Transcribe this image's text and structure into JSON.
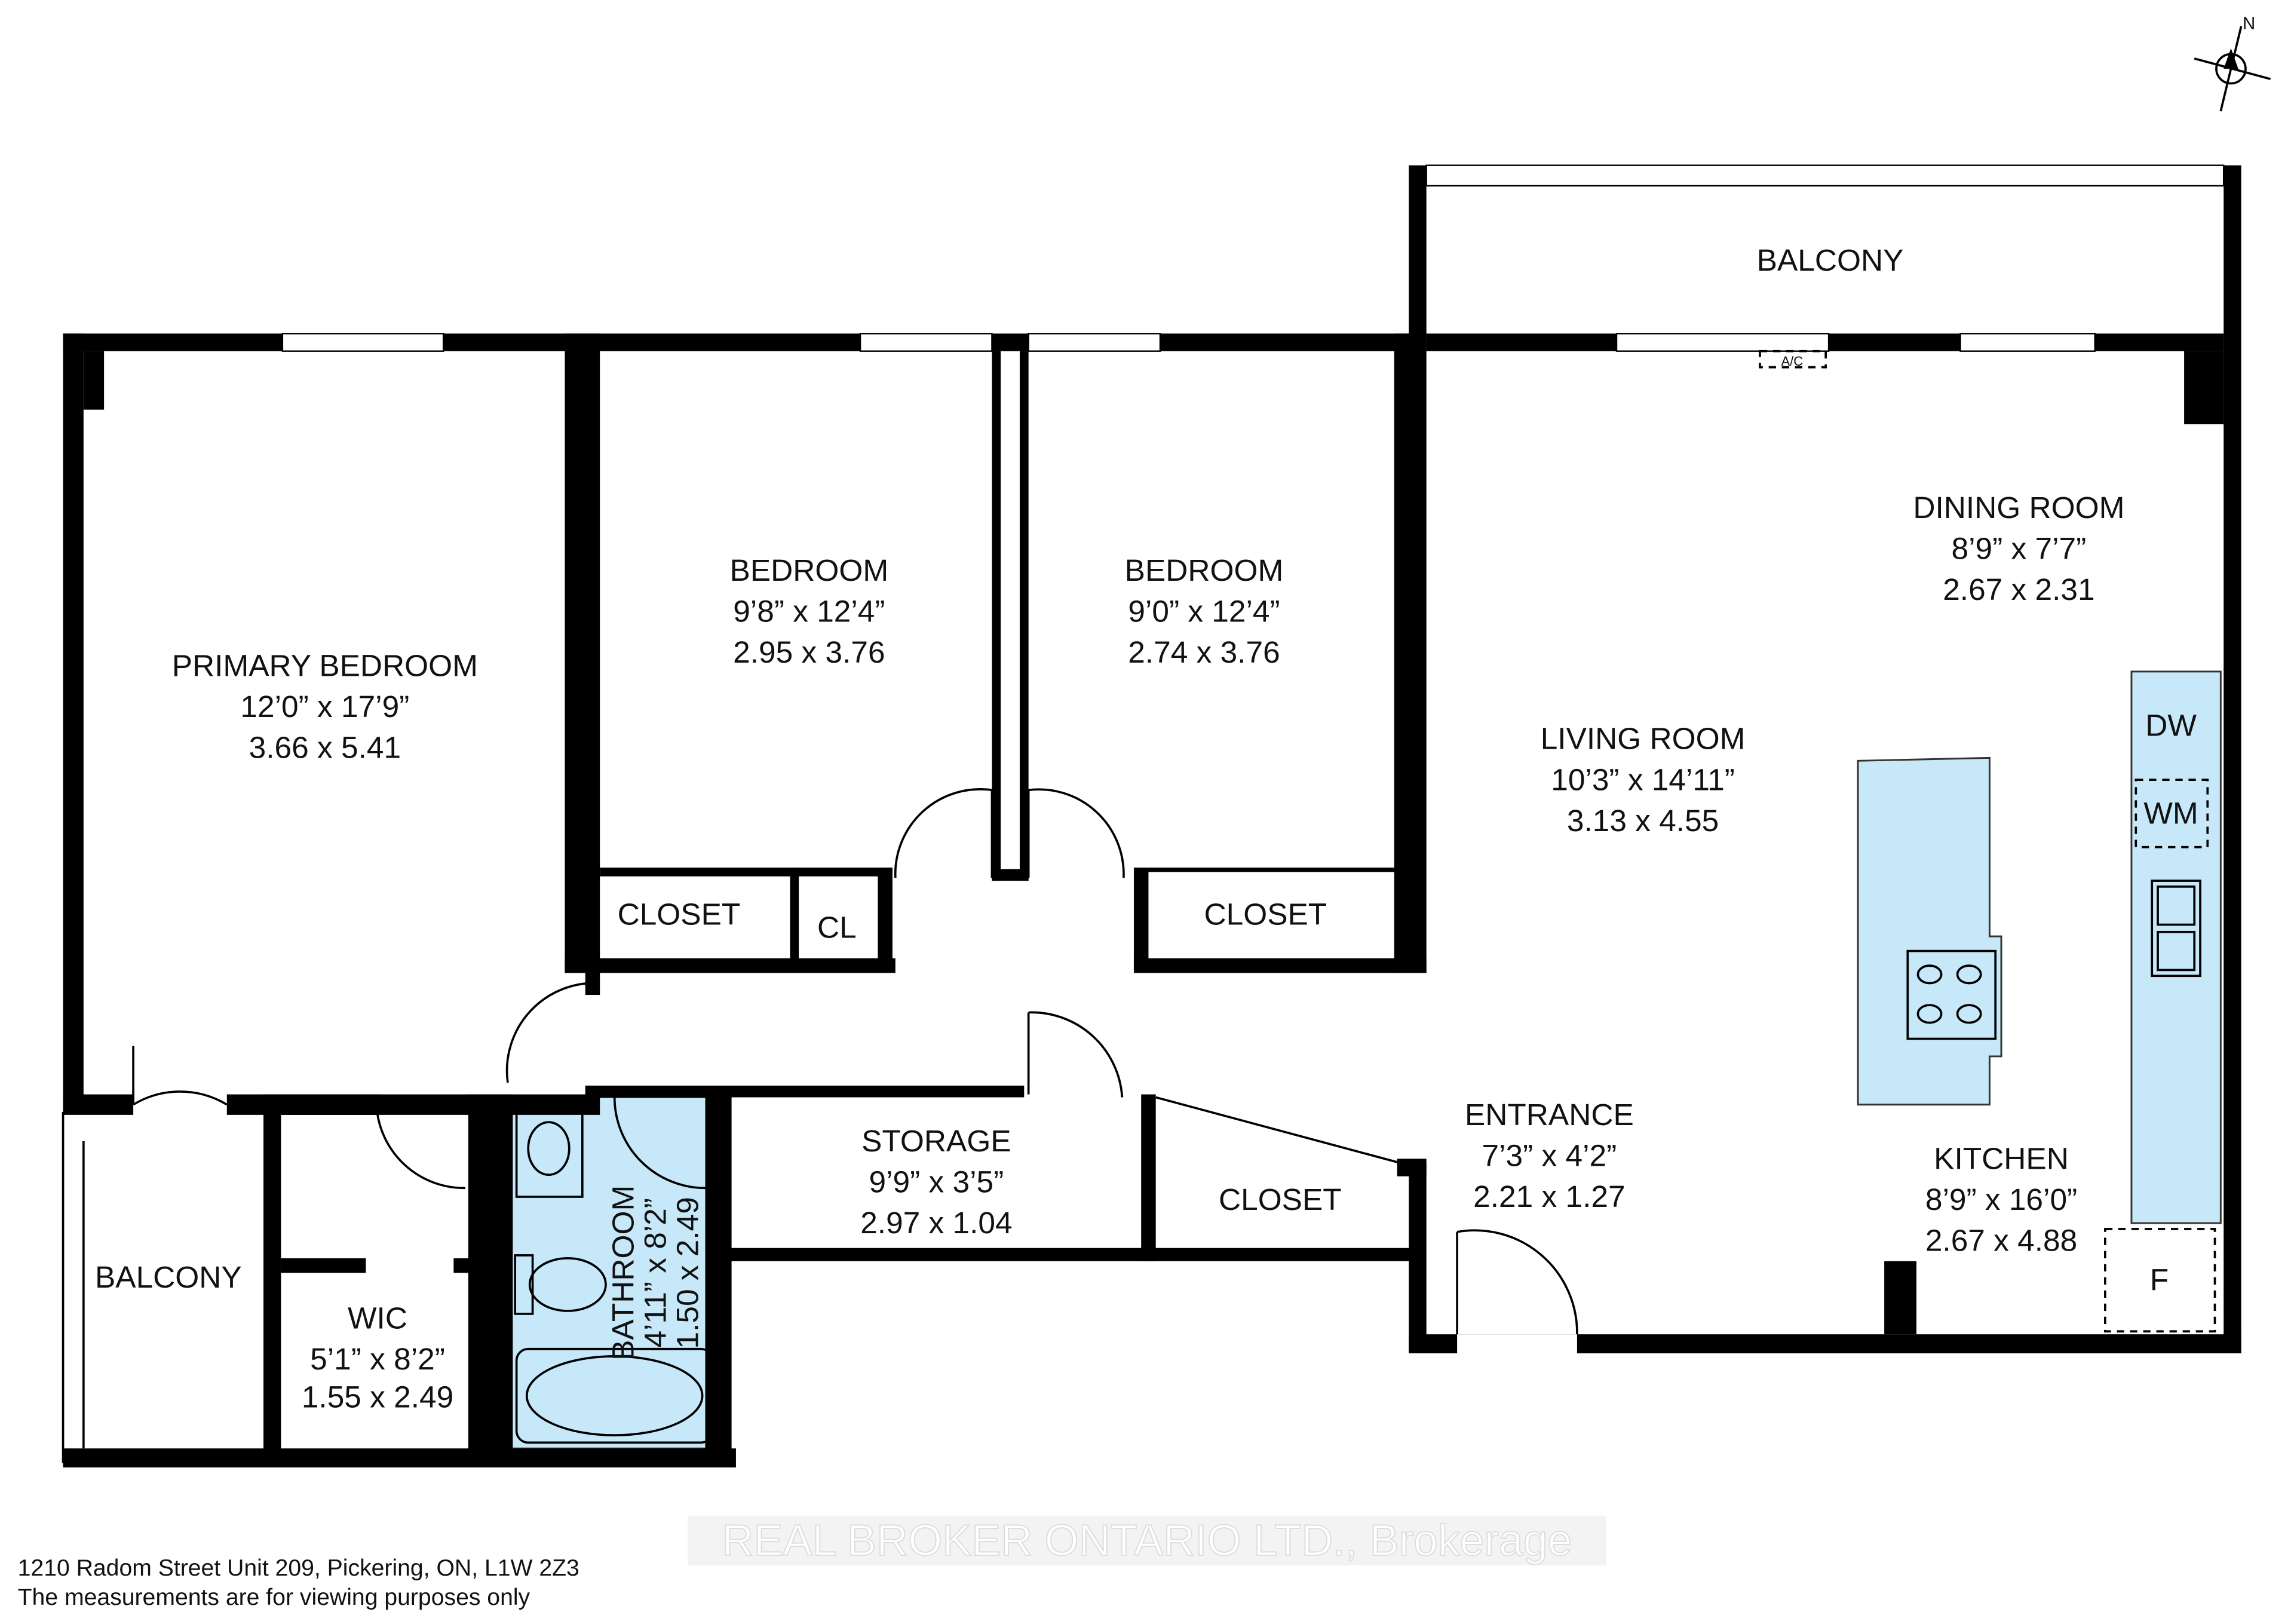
{
  "compass": {
    "label": "N"
  },
  "rooms": [
    {
      "name": "PRIMARY BEDROOM",
      "imperial": "12’0” x 17’9”",
      "metric": "3.66 x 5.41"
    },
    {
      "name": "BEDROOM",
      "imperial": "9’8” x 12’4”",
      "metric": "2.95 x 3.76"
    },
    {
      "name": "BEDROOM",
      "imperial": "9’0” x 12’4”",
      "metric": "2.74 x 3.76"
    },
    {
      "name": "LIVING ROOM",
      "imperial": "10’3” x 14’11”",
      "metric": "3.13 x 4.55"
    },
    {
      "name": "DINING ROOM",
      "imperial": "8’9” x 7’7”",
      "metric": "2.67 x 2.31"
    },
    {
      "name": "KITCHEN",
      "imperial": "8’9” x 16’0”",
      "metric": "2.67 x 4.88"
    },
    {
      "name": "ENTRANCE",
      "imperial": "7’3” x 4’2”",
      "metric": "2.21 x 1.27"
    },
    {
      "name": "STORAGE",
      "imperial": "9’9” x 3’5”",
      "metric": "2.97 x 1.04"
    },
    {
      "name": "WIC",
      "imperial": "5’1” x 8’2”",
      "metric": "1.55 x 2.49"
    },
    {
      "name": "BATHROOM",
      "imperial": "4’11” x 8’2”",
      "metric": "1.50 x 2.49"
    }
  ],
  "labels": {
    "balcony_top": "BALCONY",
    "balcony_left": "BALCONY",
    "closet_bed1": "CLOSET",
    "cl": "CL",
    "closet_bed2": "CLOSET",
    "closet_hall": "CLOSET",
    "ac": "A/C",
    "dw": "DW",
    "wm": "WM",
    "f": "F"
  },
  "footer": {
    "address": "1210 Radom Street Unit 209, Pickering, ON, L1W 2Z3",
    "disclaimer": "The measurements are for viewing purposes only",
    "watermark": "REAL BROKER ONTARIO LTD., Brokerage"
  },
  "colors": {
    "fixture_fill": "#c6e8f8",
    "walls": "#000000"
  }
}
